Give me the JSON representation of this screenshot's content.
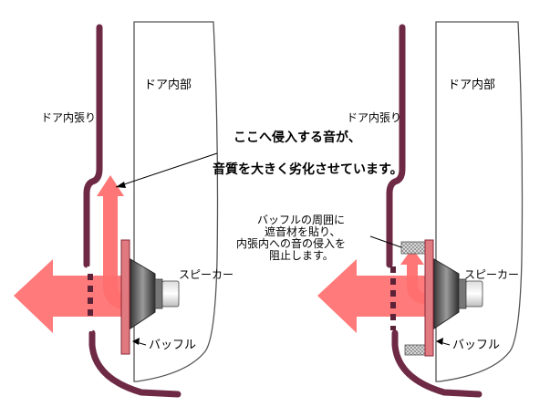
{
  "left_panel": {
    "door_inner_label": "ドア内部",
    "door_trim_label": "ドア内張り",
    "note_line1": "ここへ侵入する音が、",
    "note_line2": "音質を大きく劣化させています。",
    "speaker_label": "スピーカー",
    "baffle_label": "バッフル"
  },
  "right_panel": {
    "door_inner_label": "ドア内部",
    "door_trim_label": "ドア内張り",
    "note_line1": "バッフルの周囲に",
    "note_line2": "遮音材を貼り、",
    "note_line3": "内張内への音の侵入を",
    "note_line4": "阻止します。",
    "speaker_label": "スピーカー",
    "baffle_label": "バッフル"
  },
  "colors": {
    "trim": "#6e2a44",
    "arrow_fill": "#ff6f6f",
    "baffle": "#e07a80",
    "door_outline": "#555555"
  }
}
